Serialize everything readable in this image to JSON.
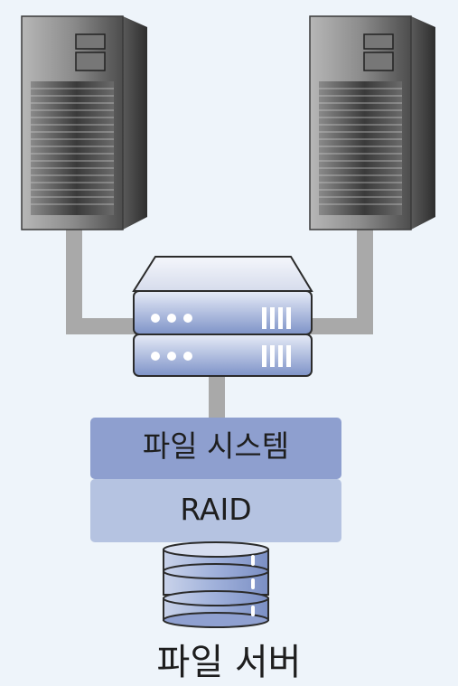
{
  "diagram": {
    "nodes": [
      {
        "id": "client-left",
        "kind": "tower-server"
      },
      {
        "id": "client-right",
        "kind": "tower-server"
      },
      {
        "id": "switch",
        "kind": "rack-device"
      },
      {
        "id": "file-system",
        "kind": "layer"
      },
      {
        "id": "raid",
        "kind": "layer"
      },
      {
        "id": "disk-stack",
        "kind": "storage"
      }
    ],
    "links": [
      {
        "from": "client-left",
        "to": "switch"
      },
      {
        "from": "client-right",
        "to": "switch"
      },
      {
        "from": "switch",
        "to": "file-system"
      }
    ]
  },
  "labels": {
    "file_system": "파일 시스템",
    "raid": "RAID",
    "file_server": "파일 서버"
  },
  "colors": {
    "background": "#eef4fa",
    "connector": "#a9a9a9",
    "file_system_box": "#8e9fcf",
    "raid_box": "#b5c3e1",
    "device_blue": "#7f94c9"
  }
}
